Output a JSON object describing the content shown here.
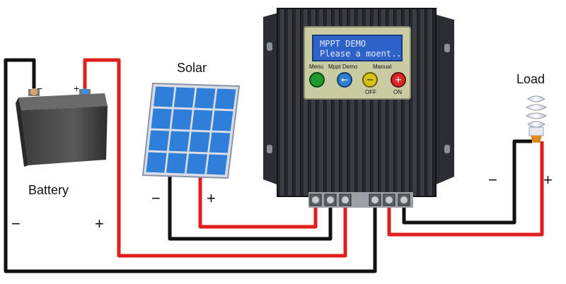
{
  "labels": {
    "solar": "Solar",
    "battery": "Battery",
    "load": "Load",
    "battery_minus": "−",
    "battery_plus": "+",
    "battery_term_minus": "−",
    "battery_term_plus": "+",
    "solar_minus": "−",
    "solar_plus": "+",
    "load_minus": "−",
    "load_plus": "+"
  },
  "controller": {
    "lcd_line1": "MPPT DEMO",
    "lcd_line2": "Please a moent..",
    "buttons": [
      {
        "label": "Menu",
        "sub": "",
        "color": "#1e9a2e",
        "symbol": ""
      },
      {
        "label": "Mppt Demo",
        "sub": "",
        "color": "#2f7fd0",
        "symbol": "←"
      },
      {
        "label": "Manual",
        "sub": "OFF",
        "color": "#d7c21a",
        "symbol": "−"
      },
      {
        "label": "",
        "sub": "ON",
        "color": "#d42a2a",
        "symbol": "+"
      }
    ]
  },
  "colors": {
    "wire_positive": "#e01e1e",
    "wire_negative": "#111111",
    "controller_body": "#2a2c31",
    "lcd_bg": "#2f62c8",
    "panel_face": "#c9cba3",
    "solar_cell": "#2f7ed8"
  }
}
